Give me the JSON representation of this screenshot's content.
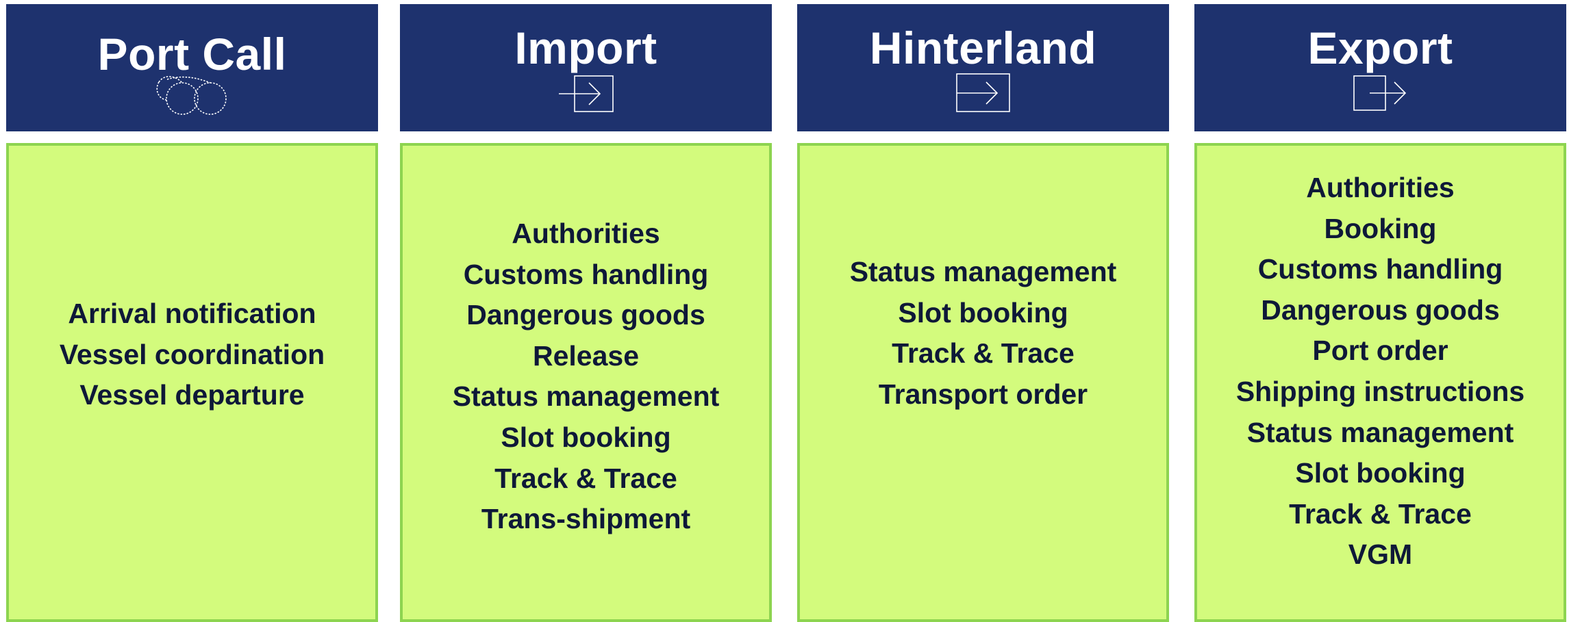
{
  "columns": [
    {
      "title": "Port Call",
      "icon": "vessels-icon",
      "items": [
        "Arrival notification",
        "Vessel coordination",
        "Vessel departure"
      ]
    },
    {
      "title": "Import",
      "icon": "arrow-into-box-icon",
      "items": [
        "Authorities",
        "Customs handling",
        "Dangerous goods",
        "Release",
        "Status management",
        "Slot booking",
        "Track & Trace",
        "Trans-shipment"
      ]
    },
    {
      "title": "Hinterland",
      "icon": "arrow-right-in-box-icon",
      "items": [
        "Status management",
        "Slot booking",
        "Track & Trace",
        "Transport order"
      ]
    },
    {
      "title": "Export",
      "icon": "arrow-out-of-box-icon",
      "items": [
        "Authorities",
        "Booking",
        "Customs handling",
        "Dangerous goods",
        "Port order",
        "Shipping instructions",
        "Status management",
        "Slot booking",
        "Track & Trace",
        "VGM"
      ]
    }
  ],
  "colors": {
    "header_bg": "#1e326e",
    "header_text": "#ffffff",
    "body_bg": "#d3fb7d",
    "body_border": "#8dd450",
    "body_text": "#0e1838"
  }
}
